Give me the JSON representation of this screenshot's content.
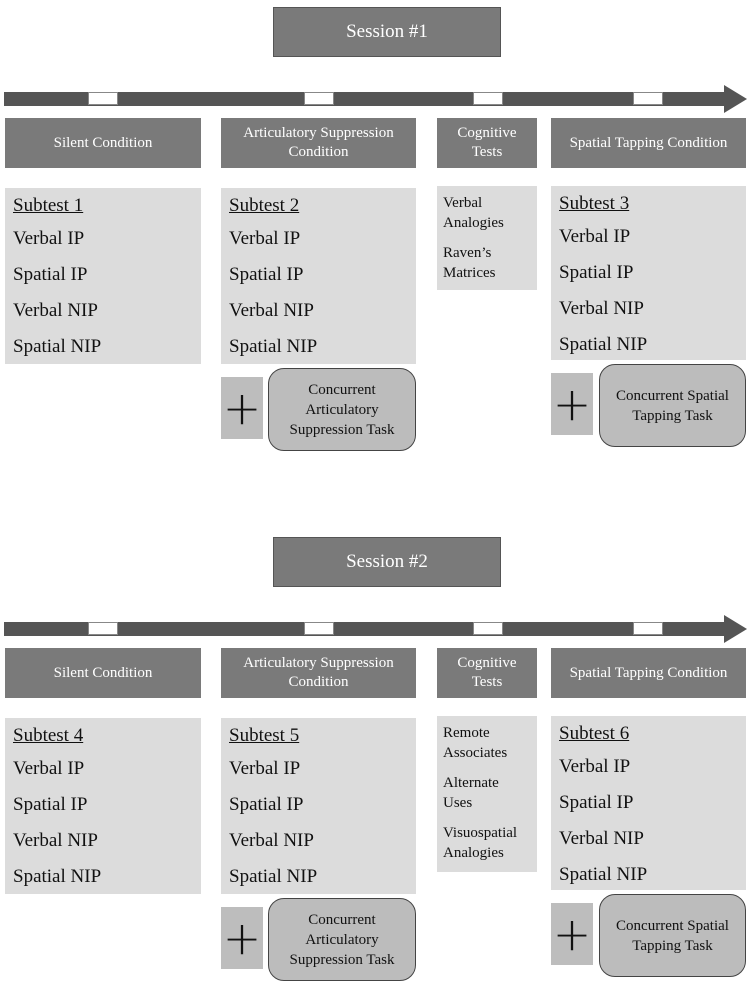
{
  "sessions": [
    {
      "title": "Session #1",
      "conditions": {
        "silent": "Silent Condition",
        "articulatory": "Articulatory Suppression Condition",
        "cognitive": "Cognitive Tests",
        "spatial": "Spatial Tapping Condition"
      },
      "subtests": [
        {
          "title": "Subtest 1",
          "items": [
            "Verbal IP",
            "Spatial IP",
            "Verbal NIP",
            "Spatial NIP"
          ]
        },
        {
          "title": "Subtest 2",
          "items": [
            "Verbal IP",
            "Spatial IP",
            "Verbal NIP",
            "Spatial NIP"
          ]
        },
        {
          "title": "Subtest 3",
          "items": [
            "Verbal IP",
            "Spatial IP",
            "Verbal NIP",
            "Spatial NIP"
          ]
        }
      ],
      "cognitive_tests": [
        "Verbal Analogies",
        "Raven’s Matrices"
      ],
      "plus": "+",
      "tasks": {
        "articulatory": "Concurrent Articulatory Suppression Task",
        "spatial": "Concurrent Spatial Tapping Task"
      }
    },
    {
      "title": "Session #2",
      "conditions": {
        "silent": "Silent Condition",
        "articulatory": "Articulatory Suppression Condition",
        "cognitive": "Cognitive Tests",
        "spatial": "Spatial Tapping Condition"
      },
      "subtests": [
        {
          "title": "Subtest 4",
          "items": [
            "Verbal IP",
            "Spatial IP",
            "Verbal NIP",
            "Spatial NIP"
          ]
        },
        {
          "title": "Subtest 5",
          "items": [
            "Verbal IP",
            "Spatial IP",
            "Verbal NIP",
            "Spatial NIP"
          ]
        },
        {
          "title": "Subtest 6",
          "items": [
            "Verbal IP",
            "Spatial IP",
            "Verbal NIP",
            "Spatial NIP"
          ]
        }
      ],
      "cognitive_tests": [
        "Remote Associates",
        "Alternate Uses",
        "Visuospatial Analogies"
      ],
      "plus": "+",
      "tasks": {
        "articulatory": "Concurrent Articulatory Suppression Task",
        "spatial": "Concurrent Spatial Tapping Task"
      }
    }
  ],
  "colors": {
    "header_fill": "#7a7a7a",
    "panel_fill": "#dcdcdc",
    "task_fill": "#bcbcbc",
    "arrow": "#555555"
  }
}
